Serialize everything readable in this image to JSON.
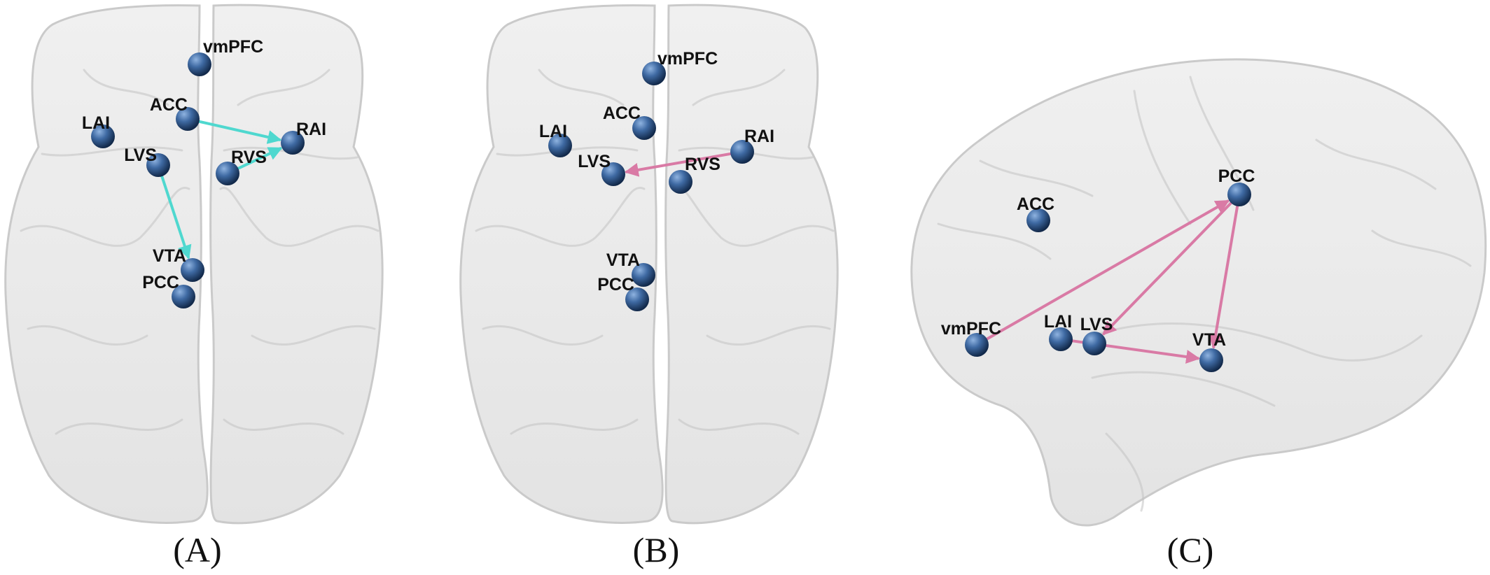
{
  "panels": [
    {
      "label": "(A)",
      "view": "axial",
      "nodes": [
        "vmPFC",
        "ACC",
        "LAI",
        "RAI",
        "LVS",
        "RVS",
        "VTA",
        "PCC"
      ],
      "connections": [
        {
          "from": "ACC",
          "to": "RAI"
        },
        {
          "from": "RVS",
          "to": "RAI"
        },
        {
          "from": "LVS",
          "to": "VTA"
        }
      ],
      "edge_color": "#4fd8cf"
    },
    {
      "label": "(B)",
      "view": "axial",
      "nodes": [
        "vmPFC",
        "ACC",
        "LAI",
        "RAI",
        "LVS",
        "RVS",
        "VTA",
        "PCC"
      ],
      "connections": [
        {
          "from": "RAI",
          "to": "LVS"
        }
      ],
      "edge_color": "#d97aa5"
    },
    {
      "label": "(C)",
      "view": "sagittal",
      "nodes": [
        "ACC",
        "PCC",
        "vmPFC",
        "LAI",
        "LVS",
        "VTA"
      ],
      "connections": [
        {
          "from": "vmPFC",
          "to": "PCC"
        },
        {
          "from": "PCC",
          "to": "LVS"
        },
        {
          "from": "PCC",
          "to": "VTA"
        },
        {
          "from": "LAI",
          "to": "VTA"
        }
      ],
      "edge_color": "#d97aa5"
    }
  ],
  "colors": {
    "node": "#3f6aa3",
    "brain_fill": "#ebebeb",
    "brain_stroke": "#c8c8c8"
  }
}
